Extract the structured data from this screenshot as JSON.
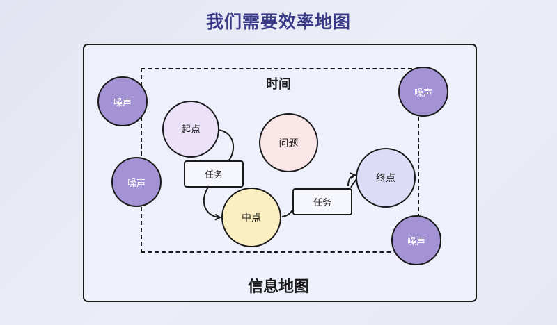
{
  "title": "我们需要效率地图",
  "frame_label": "信息地图",
  "dashed_label": "时间",
  "nodes": {
    "start": "起点",
    "problem": "问题",
    "mid": "中点",
    "end": "终点"
  },
  "tasks": [
    "任务",
    "任务"
  ],
  "noise": [
    "噪声",
    "噪声",
    "噪声",
    "噪声"
  ]
}
